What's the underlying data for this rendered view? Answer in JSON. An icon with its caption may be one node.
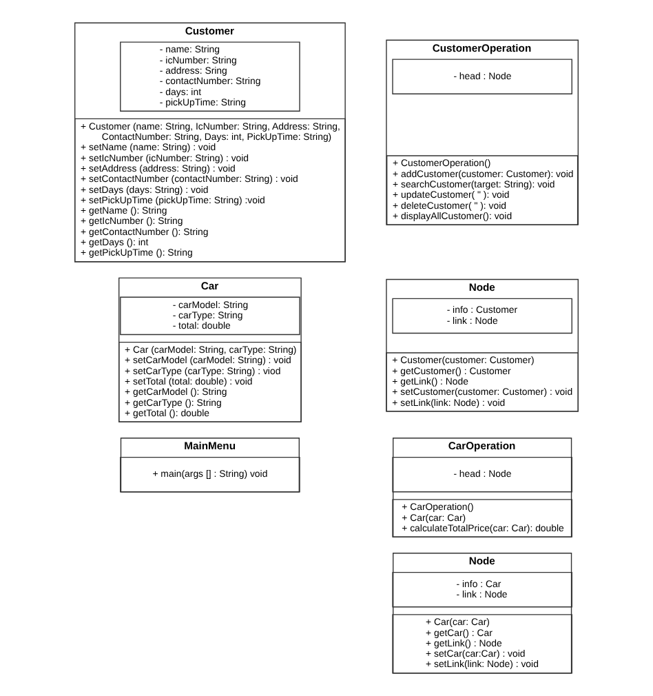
{
  "diagram": {
    "nodes": [
      {
        "text": [
          "Customer"
        ]
      },
      {
        "text": [
          "- name: String",
          "- icNumber: String",
          "- address: Sring",
          "- contactNumber: String",
          "- days: int",
          "- pickUpTime: String"
        ],
        "in": 0
      },
      {
        "text": [
          "+ Customer (name: String, IcNumber: String, Address: String, ContactNumber: String, Days: int, PickUpTime: String)",
          "+ setName (name: String) : void",
          "+ setIcNumber (icNumber: String) : void",
          "+ setAddress (address: String) : void",
          "+ setContactNumber (contactNumber: String) : void",
          "+ setDays (days: String) : void",
          "+ setPickUpTime (pickUpTime: String) :void",
          "+ getName (): String",
          "+ getIcNumber (): String",
          "+ getContactNumber (): String",
          "+ getDays (): int",
          "+ getPickUpTime (): String"
        ],
        "in": 0
      },
      {
        "text": [
          "CustomerOperation"
        ]
      },
      {
        "text": [
          "- head : Node"
        ],
        "in": 3
      },
      {
        "text": [
          "+ CustomerOperation()",
          "+ addCustomer(customer: Customer): void",
          "+ searchCustomer(target: String): void",
          "+ updateCustomer( \" ): void",
          "+ deleteCustomer( \" ): void",
          "+ displayAllCustomer(): void"
        ],
        "in": 3
      },
      {
        "text": [
          "Node"
        ]
      },
      {
        "text": [
          "- info : Customer",
          "- link : Node"
        ],
        "in": 6
      },
      {
        "text": [
          "+ Customer(customer: Customer)",
          "+ getCustomer() : Customer",
          "+ getLink() : Node",
          "+ setCustomer(customer: Customer) : void",
          "+ setLink(link: Node) : void"
        ],
        "in": 6
      },
      {
        "text": [
          "Car"
        ]
      },
      {
        "text": [
          "- carModel: String",
          "- carType: String",
          "- total: double"
        ],
        "in": 9
      },
      {
        "text": [
          "+ Car (carModel: String, carType: String)",
          "+ setCarModel (carModel: String) : void",
          "+ setCarType (carType: String) : viod",
          "+ setTotal (total: double) : void",
          "+ getCarModel (): String",
          "+ getCarType (): String",
          "+ getTotal (): double"
        ],
        "in": 9
      },
      {
        "text": [
          "CarOperation"
        ]
      },
      {
        "text": [
          "- head : Node"
        ],
        "in": 12
      },
      {
        "text": [
          "+ CarOperation()",
          "+ Car(car: Car)",
          "+ calculateTotalPrice(car: Car): double"
        ],
        "in": 12
      },
      {
        "text": [
          "MainMenu"
        ]
      },
      {
        "text": [
          "+ main(args [] : String) void"
        ],
        "in": 15
      },
      {
        "text": [
          "Node"
        ]
      },
      {
        "text": [
          "- info : Car",
          "- link : Node"
        ],
        "in": 17
      },
      {
        "text": [
          "+ Car(car: Car)",
          "+ getCar() : Car",
          "+ getLink() : Node",
          "+ setCar(car:Car) : void",
          "+ setLink(link: Node) : void"
        ],
        "in": 17
      }
    ],
    "edges": []
  }
}
